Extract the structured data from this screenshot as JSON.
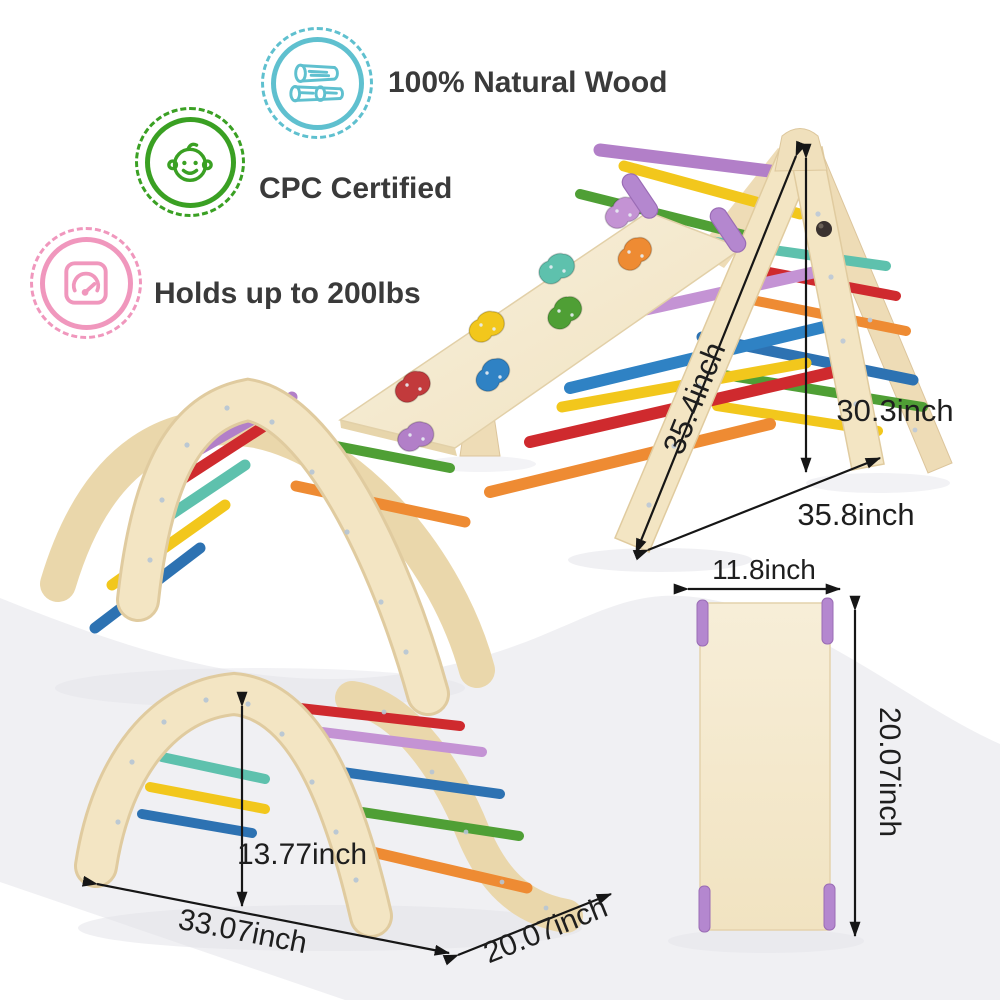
{
  "badges": [
    {
      "label": "100% Natural Wood",
      "icon": "wood-logs-icon",
      "color": "#5fc0cf"
    },
    {
      "label": "CPC Certified",
      "icon": "baby-face-icon",
      "color": "#3aa023"
    },
    {
      "label": "Holds up to 200lbs",
      "icon": "gauge-icon",
      "color": "#f097bd"
    }
  ],
  "dimensions": {
    "triangle_side": "35.4inch",
    "triangle_height": "30.3inch",
    "triangle_base": "35.8inch",
    "board_width": "11.8inch",
    "board_length": "20.07inch",
    "arch_height": "13.77inch",
    "arch_length": "33.07inch",
    "arch_depth": "20.07inch"
  },
  "colors": {
    "wood_light": "#f3e5c3",
    "wood_far": "#ead7ab",
    "ramp_face": "#f6ecd3",
    "rung_purple": "#b27fc8",
    "rung_lavender": "#c493d4",
    "rung_yellow": "#f2c71c",
    "rung_green": "#4f9f35",
    "rung_teal": "#5ec1ad",
    "rung_red": "#cf2a2e",
    "rung_blue": "#2d72b2",
    "rung_bright_blue": "#2f82c4",
    "rung_orange": "#ee8b33",
    "hold_red": "#c23a3c",
    "dimension_line": "#161616",
    "ground": "#f0f0f3"
  }
}
